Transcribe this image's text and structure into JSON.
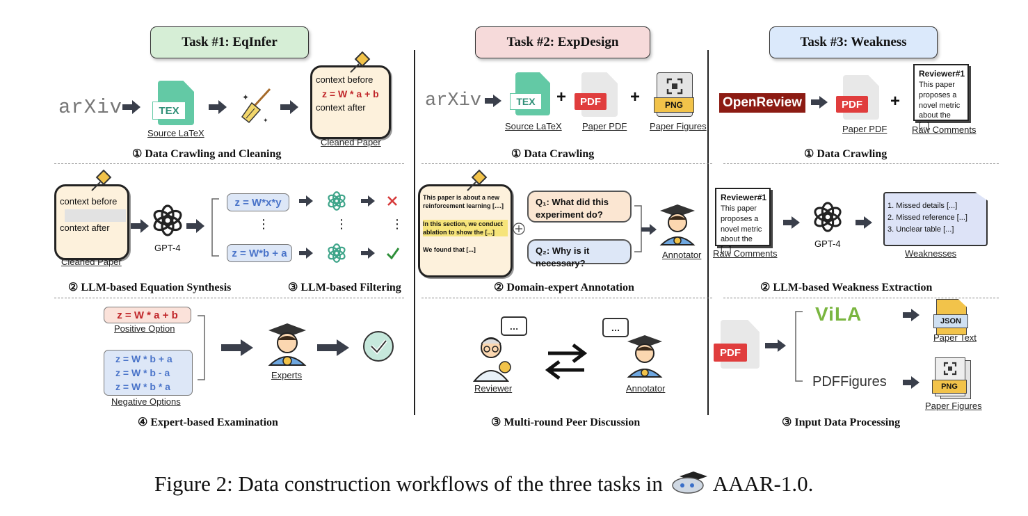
{
  "tasks": [
    {
      "title": "Task #1: EqInfer",
      "color": "#d6eed6"
    },
    {
      "title": "Task #2: ExpDesign",
      "color": "#f6dada"
    },
    {
      "title": "Task #3: Weakness",
      "color": "#dbe9fb"
    }
  ],
  "task1": {
    "arxiv": "arXiv",
    "tex": "TEX",
    "source_latex": "Source LaTeX",
    "paper_before": "context before",
    "paper_eq": "z = W * a + b",
    "paper_after": "context after",
    "cleaned_paper": "Cleaned Paper",
    "step1": "① Data Crawling and Cleaning",
    "masked_before": "context before",
    "masked_after": "context after",
    "cleaned_paper2": "Cleaned Paper",
    "gpt4": "GPT-4",
    "eq_a": "z = W*x*y",
    "eq_b": "z = W*b + a",
    "dots": "⋮",
    "step2": "② LLM-based Equation Synthesis",
    "step3": "③ LLM-based Filtering",
    "pos_eq": "z = W * a + b",
    "pos_label": "Positive Option",
    "neg_eqs": [
      "z = W * b + a",
      "z = W * b - a",
      "z = W * b * a"
    ],
    "neg_label": "Negative Options",
    "experts": "Experts",
    "step4": "④ Expert-based Examination"
  },
  "task2": {
    "arxiv": "arXiv",
    "tex": "TEX",
    "pdf": "PDF",
    "png": "PNG",
    "plus": "+",
    "source_latex": "Source LaTeX",
    "paper_pdf": "Paper PDF",
    "paper_figures": "Paper Figures",
    "step1": "① Data Crawling",
    "paper_line1": "This paper is about a new reinforcement learning [....]",
    "paper_line2": "In this section, we conduct ablation to show the [...]",
    "paper_line3": "We found that [...]",
    "q1": "Q₁: What did this experiment do?",
    "q2": "Q₂: Why is it necessary?",
    "annotator": "Annotator",
    "step2": "② Domain-expert Annotation",
    "reviewer": "Reviewer",
    "annotator2": "Annotator",
    "bubble": "…",
    "step3": "③ Multi-round Peer Discussion"
  },
  "task3": {
    "openreview": "OpenReview",
    "pdf": "PDF",
    "plus": "+",
    "paper_pdf": "Paper PDF",
    "note_title": "Reviewer#1",
    "note_body": "This paper proposes a novel metric about the [...]",
    "raw_comments": "Raw Comments",
    "step1": "① Data Crawling",
    "gpt4": "GPT-4",
    "weak_items": [
      "1. Missed details [...]",
      "2. Missed reference [...]",
      "3. Unclear table [...]"
    ],
    "weaknesses": "Weaknesses",
    "raw_comments2": "Raw Comments",
    "step2": "② LLM-based Weakness Extraction",
    "vila": "ViLA",
    "pdffigures": "PDFFigures",
    "json": "JSON",
    "png": "PNG",
    "paper_text": "Paper Text",
    "paper_figures": "Paper Figures",
    "step3": "③ Input Data Processing"
  },
  "figure_caption": "Figure 2: Data construction workflows of the three tasks in",
  "figure_caption_suffix": "AAAR-1.0.",
  "colors": {
    "eq_red": "#c0262a",
    "eq_blue": "#4a74c9",
    "dark_arrow": "#3a3f4b",
    "check": "#2f8f3a"
  }
}
